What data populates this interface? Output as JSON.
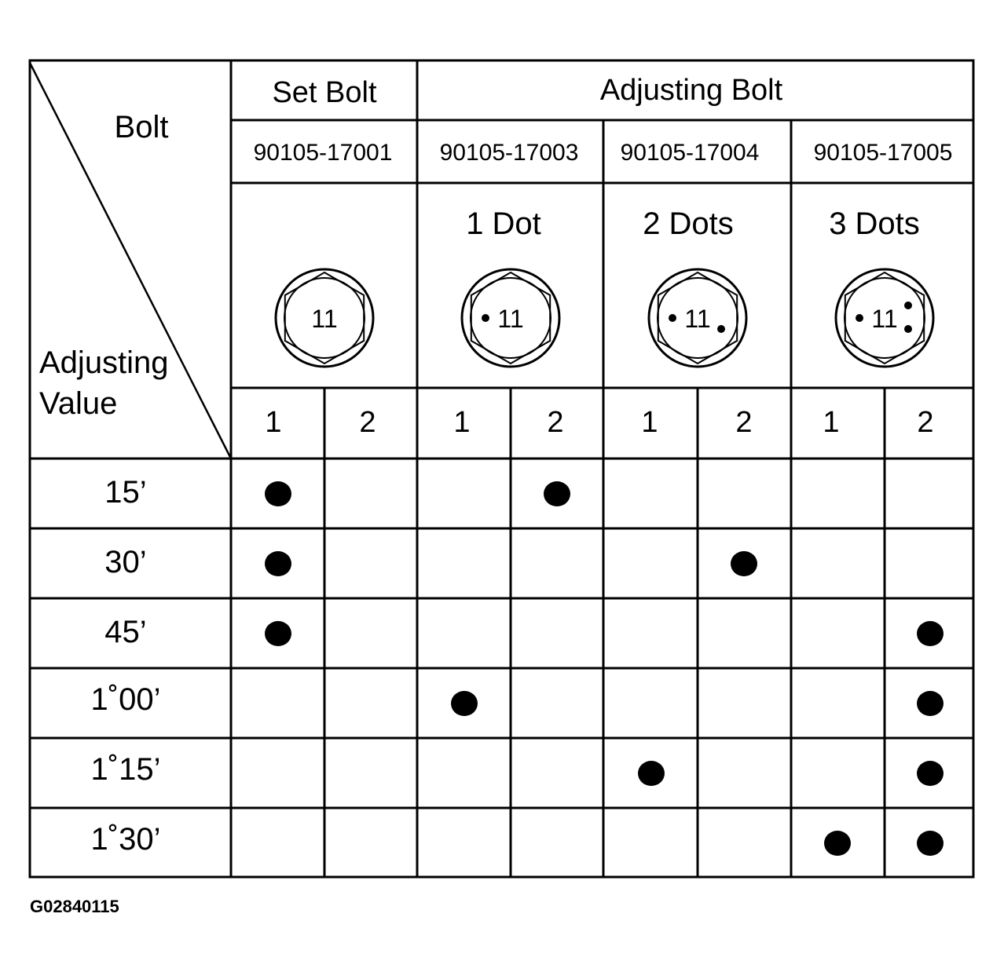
{
  "corner": {
    "top_label": "Bolt",
    "bottom_label_line1": "Adjusting",
    "bottom_label_line2": "Value"
  },
  "groups": {
    "set_bolt": "Set Bolt",
    "adjusting_bolt": "Adjusting Bolt"
  },
  "part_numbers": [
    "90105-17001",
    "90105-17003",
    "90105-17004",
    "90105-17005"
  ],
  "dot_labels": [
    "",
    "1 Dot",
    "2 Dots",
    "3 Dots"
  ],
  "bolt_heads": [
    {
      "number": "11",
      "dots": 0
    },
    {
      "number": "11",
      "dots": 1
    },
    {
      "number": "11",
      "dots": 2
    },
    {
      "number": "11",
      "dots": 3
    }
  ],
  "position_numbers": [
    "1",
    "2",
    "1",
    "2",
    "1",
    "2",
    "1",
    "2"
  ],
  "rows": [
    {
      "label": "15’",
      "marks": [
        true,
        false,
        false,
        true,
        false,
        false,
        false,
        false
      ]
    },
    {
      "label": "30’",
      "marks": [
        true,
        false,
        false,
        false,
        false,
        true,
        false,
        false
      ]
    },
    {
      "label": "45’",
      "marks": [
        true,
        false,
        false,
        false,
        false,
        false,
        false,
        true
      ]
    },
    {
      "label": "1˚00’",
      "marks": [
        false,
        false,
        true,
        false,
        false,
        false,
        false,
        true
      ]
    },
    {
      "label": "1˚15’",
      "marks": [
        false,
        false,
        false,
        false,
        true,
        false,
        false,
        true
      ]
    },
    {
      "label": "1˚30’",
      "marks": [
        false,
        false,
        false,
        false,
        false,
        false,
        true,
        true
      ]
    }
  ],
  "figure_id": "G02840115"
}
